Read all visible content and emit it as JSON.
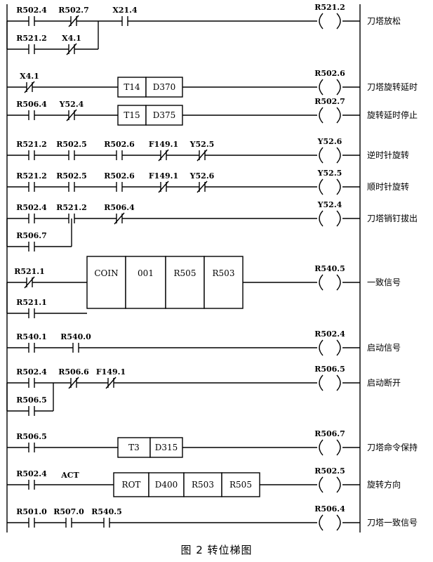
{
  "caption": "图 2   转位梯图",
  "rungs": [
    {
      "branches": [
        [
          {
            "t": "NO",
            "l": "R502.4"
          },
          {
            "t": "NC",
            "l": "R502.7"
          },
          {
            "t": "NO",
            "l": "X21.4"
          }
        ],
        [
          {
            "t": "NO",
            "l": "R521.2"
          },
          {
            "t": "NC",
            "l": "X4.1"
          }
        ]
      ],
      "coil": "R521.2",
      "comment": "刀塔放松"
    },
    {
      "branches": [
        [
          {
            "t": "NC",
            "l": "X4.1"
          },
          {
            "t": "FN",
            "cells": [
              "T14",
              "D370"
            ]
          }
        ]
      ],
      "coil": "R502.6",
      "comment": "刀塔旋转延时"
    },
    {
      "branches": [
        [
          {
            "t": "NO",
            "l": "R506.4"
          },
          {
            "t": "NC",
            "l": "Y52.4"
          },
          {
            "t": "FN",
            "cells": [
              "T15",
              "D375"
            ]
          }
        ]
      ],
      "coil": "R502.7",
      "comment": "旋转延时停止"
    },
    {
      "branches": [
        [
          {
            "t": "NO",
            "l": "R521.2"
          },
          {
            "t": "NO",
            "l": "R502.5"
          },
          {
            "t": "NO",
            "l": "R502.6"
          },
          {
            "t": "NC",
            "l": "F149.1"
          },
          {
            "t": "NC",
            "l": "Y52.5"
          }
        ]
      ],
      "coil": "Y52.6",
      "comment": "逆时针旋转"
    },
    {
      "branches": [
        [
          {
            "t": "NO",
            "l": "R521.2"
          },
          {
            "t": "NO",
            "l": "R502.5"
          },
          {
            "t": "NO",
            "l": "R502.6"
          },
          {
            "t": "NC",
            "l": "F149.1"
          },
          {
            "t": "NC",
            "l": "Y52.6"
          }
        ]
      ],
      "coil": "Y52.5",
      "comment": "顺时针旋转"
    },
    {
      "branches": [
        [
          {
            "t": "NO",
            "l": "R502.4"
          },
          {
            "t": "NO",
            "l": "R521.2"
          },
          {
            "t": "NC",
            "l": "R506.4"
          }
        ],
        [
          {
            "t": "NO",
            "l": "R506.7"
          }
        ]
      ],
      "coil": "Y52.4",
      "comment": "刀塔销钉拔出"
    },
    {
      "branches": [
        [
          {
            "t": "NC",
            "l": "R521.1"
          },
          {
            "t": "FN",
            "cells": [
              "COIN",
              "001",
              "R505",
              "R503"
            ]
          }
        ],
        [
          {
            "t": "NO",
            "l": "R521.1"
          }
        ]
      ],
      "coil": "R540.5",
      "comment": "一致信号"
    },
    {
      "branches": [
        [
          {
            "t": "NO",
            "l": "R540.1"
          },
          {
            "t": "NO",
            "l": "R540.0"
          }
        ]
      ],
      "coil": "R502.4",
      "comment": "启动信号"
    },
    {
      "branches": [
        [
          {
            "t": "NO",
            "l": "R502.4"
          },
          {
            "t": "NC",
            "l": "R506.6"
          },
          {
            "t": "NC",
            "l": "F149.1"
          }
        ],
        [
          {
            "t": "NO",
            "l": "R506.5"
          }
        ]
      ],
      "coil": "R506.5",
      "comment": "启动断开"
    },
    {
      "branches": [
        [
          {
            "t": "NO",
            "l": "R506.5"
          },
          {
            "t": "FN",
            "cells": [
              "T3",
              "D315"
            ]
          }
        ]
      ],
      "coil": "R506.7",
      "comment": "刀塔命令保持"
    },
    {
      "branches": [
        [
          {
            "t": "NO",
            "l": "R502.4"
          },
          {
            "t": "TXT",
            "l": "ACT"
          },
          {
            "t": "FN",
            "cells": [
              "ROT",
              "D400",
              "R503",
              "R505"
            ]
          }
        ]
      ],
      "coil": "R502.5",
      "comment": "旋转方向"
    },
    {
      "branches": [
        [
          {
            "t": "NO",
            "l": "R501.0"
          },
          {
            "t": "NO",
            "l": "R507.0"
          },
          {
            "t": "NO",
            "l": "R540.5"
          }
        ]
      ],
      "coil": "R506.4",
      "comment": "刀塔一致信号"
    }
  ]
}
